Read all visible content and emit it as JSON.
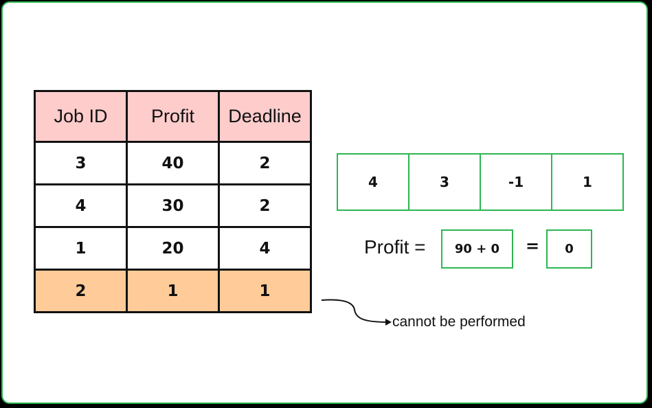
{
  "colors": {
    "frame_border": "#2db552",
    "header_fill": "#ffcccc",
    "highlight_fill": "#ffcc99",
    "box_border": "#2db552"
  },
  "table": {
    "headers": [
      "Job ID",
      "Profit",
      "Deadline"
    ],
    "rows": [
      [
        "3",
        "40",
        "2"
      ],
      [
        "4",
        "30",
        "2"
      ],
      [
        "1",
        "20",
        "4"
      ],
      [
        "2",
        "1",
        "1"
      ]
    ],
    "highlighted_row": 3
  },
  "slots": [
    "4",
    "3",
    "-1",
    "1"
  ],
  "profit": {
    "label": "Profit =",
    "sum": "90 + 0",
    "equals": "=",
    "result": "0"
  },
  "annotation": {
    "text": "cannot be performed"
  }
}
